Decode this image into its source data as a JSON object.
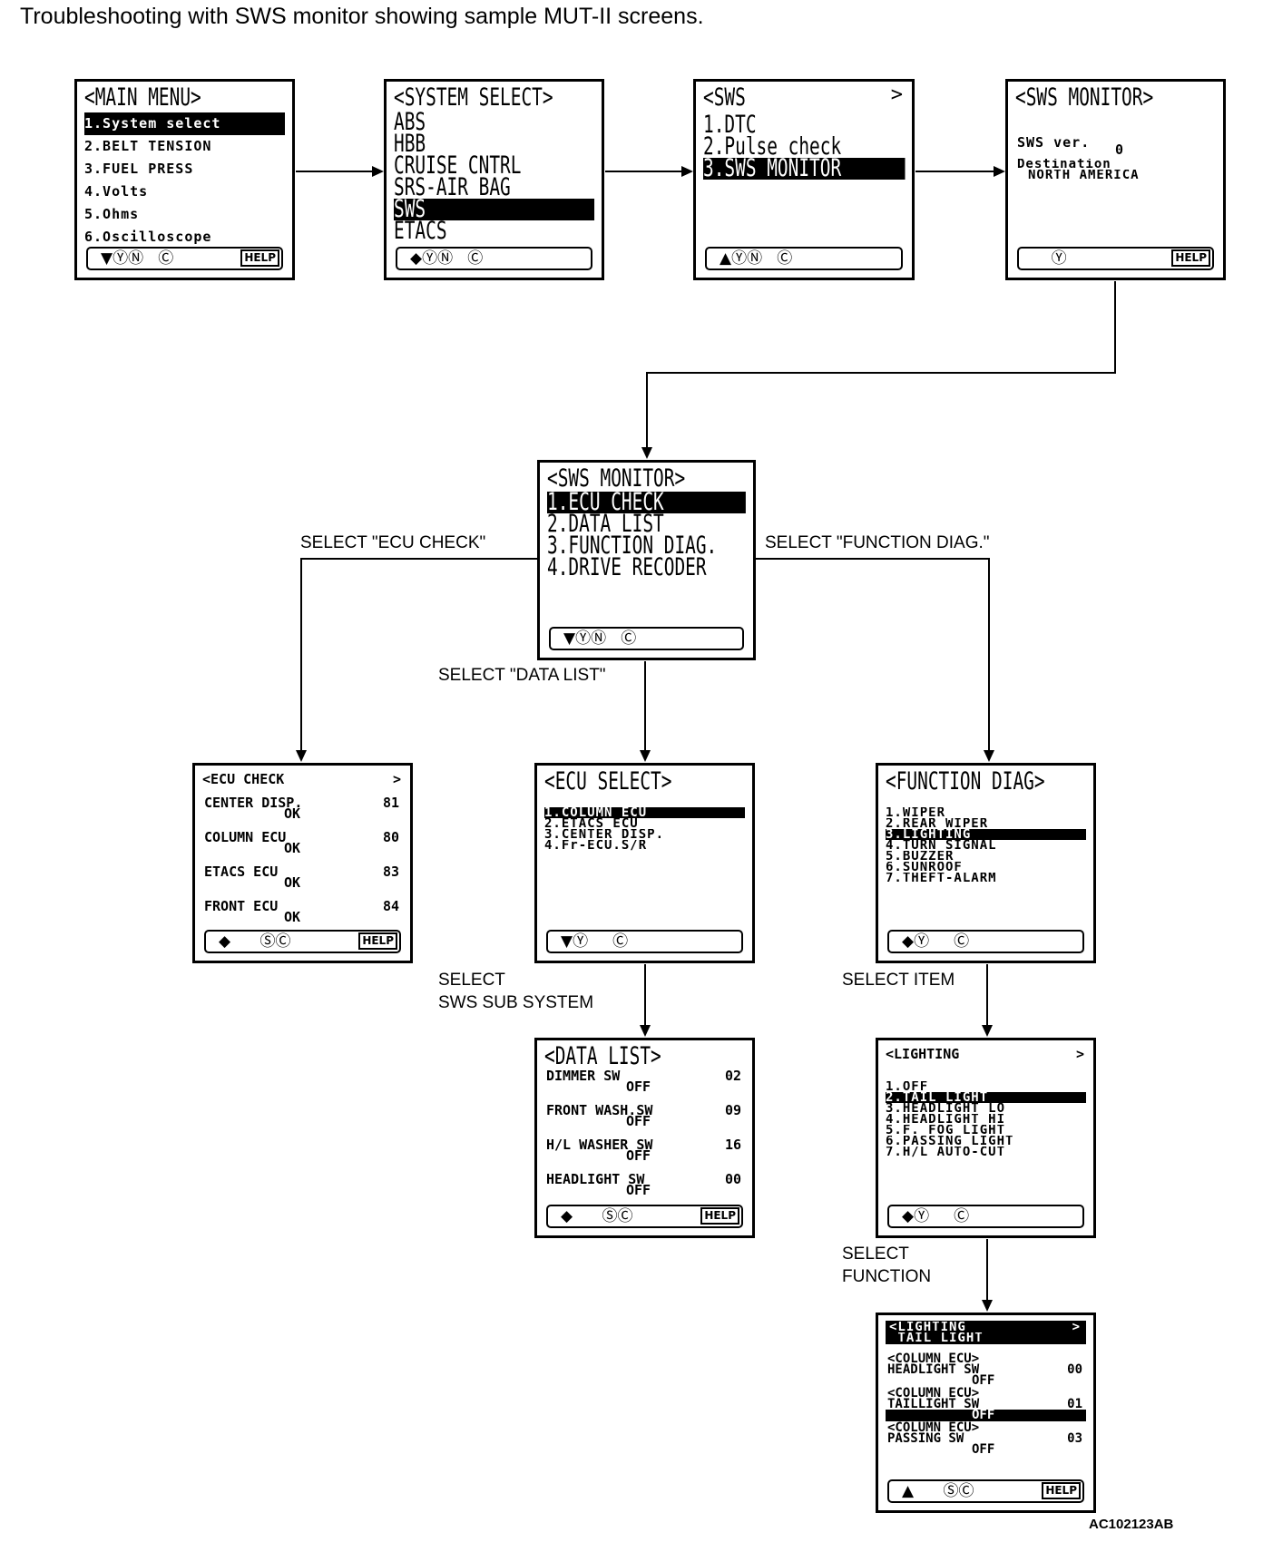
{
  "title": "Troubleshooting with SWS monitor showing sample MUT-II screens.",
  "figure_id": "AC102123AB",
  "screens": {
    "main_menu": {
      "title": "<MAIN MENU>",
      "items": [
        "1.System select",
        "2.BELT TENSION",
        "3.FUEL PRESS",
        "4.Volts",
        "5.Ohms",
        "6.Oscilloscope"
      ],
      "softkeys": "▼ⓎⓃ   Ⓒ",
      "help": "HELP"
    },
    "system_select": {
      "title": "<SYSTEM SELECT>",
      "items": [
        "ABS",
        "HBB",
        "CRUISE CNTRL",
        "SRS-AIR BAG",
        "SWS",
        "ETACS"
      ],
      "softkeys": "◆ⓎⓃ   Ⓒ"
    },
    "sws": {
      "title": "<SWS",
      "arrow": ">",
      "items": [
        "1.DTC",
        "2.Pulse check",
        "3.SWS MONITOR"
      ],
      "softkeys": "▲ⓎⓃ   Ⓒ"
    },
    "sws_monitor_info": {
      "title": "<SWS MONITOR>",
      "version_label": "SWS ver.",
      "version_value": "0",
      "destination_label": "Destination",
      "destination_value": "NORTH AMERICA",
      "softkeys": "    Ⓨ",
      "help": "HELP"
    },
    "sws_monitor_menu": {
      "title": "<SWS MONITOR>",
      "items": [
        "1.ECU CHECK",
        "2.DATA LIST",
        "3.FUNCTION DIAG.",
        "4.DRIVE RECODER"
      ],
      "softkeys": "▼ⓎⓃ   Ⓒ"
    },
    "ecu_check": {
      "title": "<ECU CHECK",
      "arrow": ">",
      "rows": [
        {
          "label": "CENTER DISP.",
          "status": "OK",
          "code": "81"
        },
        {
          "label": "COLUMN ECU",
          "status": "OK",
          "code": "80"
        },
        {
          "label": "ETACS ECU",
          "status": "OK",
          "code": "83"
        },
        {
          "label": "FRONT ECU",
          "status": "OK",
          "code": "84"
        }
      ],
      "softkeys": "◆      ⓈⒸ",
      "help": "HELP"
    },
    "ecu_select": {
      "title": "<ECU SELECT>",
      "items": [
        "1.COLUMN ECU",
        "2.ETACS ECU",
        "3.CENTER DISP.",
        "4.Fr-ECU.S/R"
      ],
      "softkeys": "▼Ⓨ     Ⓒ"
    },
    "function_diag": {
      "title": "<FUNCTION DIAG>",
      "items": [
        "1.WIPER",
        "2.REAR WIPER",
        "3.LIGHTING",
        "4.TURN SIGNAL",
        "5.BUZZER",
        "6.SUNROOF",
        "7.THEFT-ALARM"
      ],
      "softkeys": "◆Ⓨ     Ⓒ"
    },
    "data_list": {
      "title": "<DATA LIST>",
      "rows": [
        {
          "label": "DIMMER SW",
          "status": "OFF",
          "code": "02"
        },
        {
          "label": "FRONT WASH.SW",
          "status": "OFF",
          "code": "09"
        },
        {
          "label": "H/L WASHER SW",
          "status": "OFF",
          "code": "16"
        },
        {
          "label": "HEADLIGHT SW",
          "status": "OFF",
          "code": "00"
        }
      ],
      "softkeys": "◆      ⓈⒸ",
      "help": "HELP"
    },
    "lighting": {
      "title": "<LIGHTING",
      "arrow": ">",
      "items": [
        "1.OFF",
        "2.TAIL LIGHT",
        "3.HEADLIGHT LO",
        "4.HEADLIGHT HI",
        "5.F. FOG LIGHT",
        "6.PASSING LIGHT",
        "7.H/L AUTO-CUT"
      ],
      "softkeys": "◆Ⓨ     Ⓒ"
    },
    "lighting_taillight": {
      "title": "<LIGHTING",
      "subtitle": " TAIL LIGHT",
      "arrow": ">",
      "rows": [
        {
          "group": "<COLUMN ECU>",
          "label": "HEADLIGHT SW",
          "status": "OFF",
          "code": "00"
        },
        {
          "group": "<COLUMN ECU>",
          "label": "TAILLIGHT SW",
          "status": "OFF",
          "code": "01"
        },
        {
          "group": "<COLUMN ECU>",
          "label": "PASSING SW",
          "status": "OFF",
          "code": "03"
        }
      ],
      "softkeys": "▲      ⓈⒸ",
      "help": "HELP"
    }
  },
  "flow_labels": {
    "ecu_check": "SELECT \"ECU CHECK\"",
    "function_diag": "SELECT \"FUNCTION DIAG.\"",
    "data_list": "SELECT \"DATA LIST\"",
    "sws_sub_system": "SELECT\nSWS SUB SYSTEM",
    "select_item": "SELECT ITEM",
    "select_function": "SELECT\nFUNCTION"
  }
}
